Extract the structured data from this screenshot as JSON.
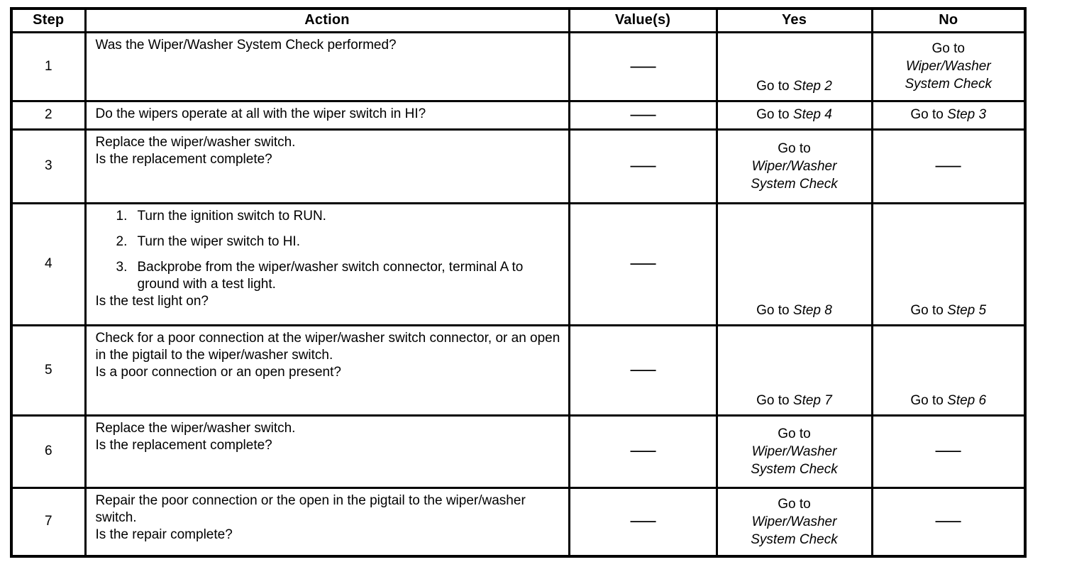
{
  "dash": "—",
  "table": {
    "headers": [
      "Step",
      "Action",
      "Value(s)",
      "Yes",
      "No"
    ],
    "rows": [
      {
        "step": "1",
        "action": {
          "text": "Was the Wiper/Washer System Check performed?"
        },
        "value": "—",
        "yes": {
          "prefix": "Go to",
          "step": "Step 2"
        },
        "no": {
          "prefix": "Go to",
          "italic1": "Wiper/Washer",
          "italic2": "System Check"
        }
      },
      {
        "step": "2",
        "action": {
          "text": "Do the wipers operate at all with the wiper switch in HI?"
        },
        "value": "—",
        "yes": {
          "prefix": "Go to",
          "step": "Step 4"
        },
        "no": {
          "prefix": "Go to",
          "step": "Step 3"
        }
      },
      {
        "step": "3",
        "action": {
          "text": "Replace the wiper/washer switch.",
          "question": "Is the replacement complete?"
        },
        "value": "—",
        "yes": {
          "prefix": "Go to",
          "italic1": "Wiper/Washer",
          "italic2": "System Check"
        },
        "no": "—"
      },
      {
        "step": "4",
        "action": {
          "list": [
            {
              "num": "1.",
              "text": "Turn the ignition switch to RUN."
            },
            {
              "num": "2.",
              "text": "Turn the wiper switch to HI."
            },
            {
              "num": "3.",
              "text": "Backprobe from the wiper/washer switch connector, terminal A to ground with a test light."
            }
          ],
          "question": "Is the test light on?"
        },
        "value": "—",
        "yes": {
          "prefix": "Go to",
          "step": "Step 8"
        },
        "no": {
          "prefix": "Go to",
          "step": "Step 5"
        }
      },
      {
        "step": "5",
        "action": {
          "text": "Check for a poor connection at the wiper/washer switch connector, or an open in the pigtail to the wiper/washer switch.",
          "question": "Is a poor connection or an open present?"
        },
        "value": "—",
        "yes": {
          "prefix": "Go to",
          "step": "Step 7"
        },
        "no": {
          "prefix": "Go to",
          "step": "Step 6"
        }
      },
      {
        "step": "6",
        "action": {
          "text": "Replace the wiper/washer switch.",
          "question": "Is the replacement complete?"
        },
        "value": "—",
        "yes": {
          "prefix": "Go to",
          "italic1": "Wiper/Washer",
          "italic2": "System Check"
        },
        "no": "—"
      },
      {
        "step": "7",
        "action": {
          "text": "Repair the poor connection or the open in the pigtail to the wiper/washer switch.",
          "question": "Is the repair complete?"
        },
        "value": "—",
        "yes": {
          "prefix": "Go to",
          "italic1": "Wiper/Washer",
          "italic2": "System Check"
        },
        "no": "—"
      }
    ]
  }
}
